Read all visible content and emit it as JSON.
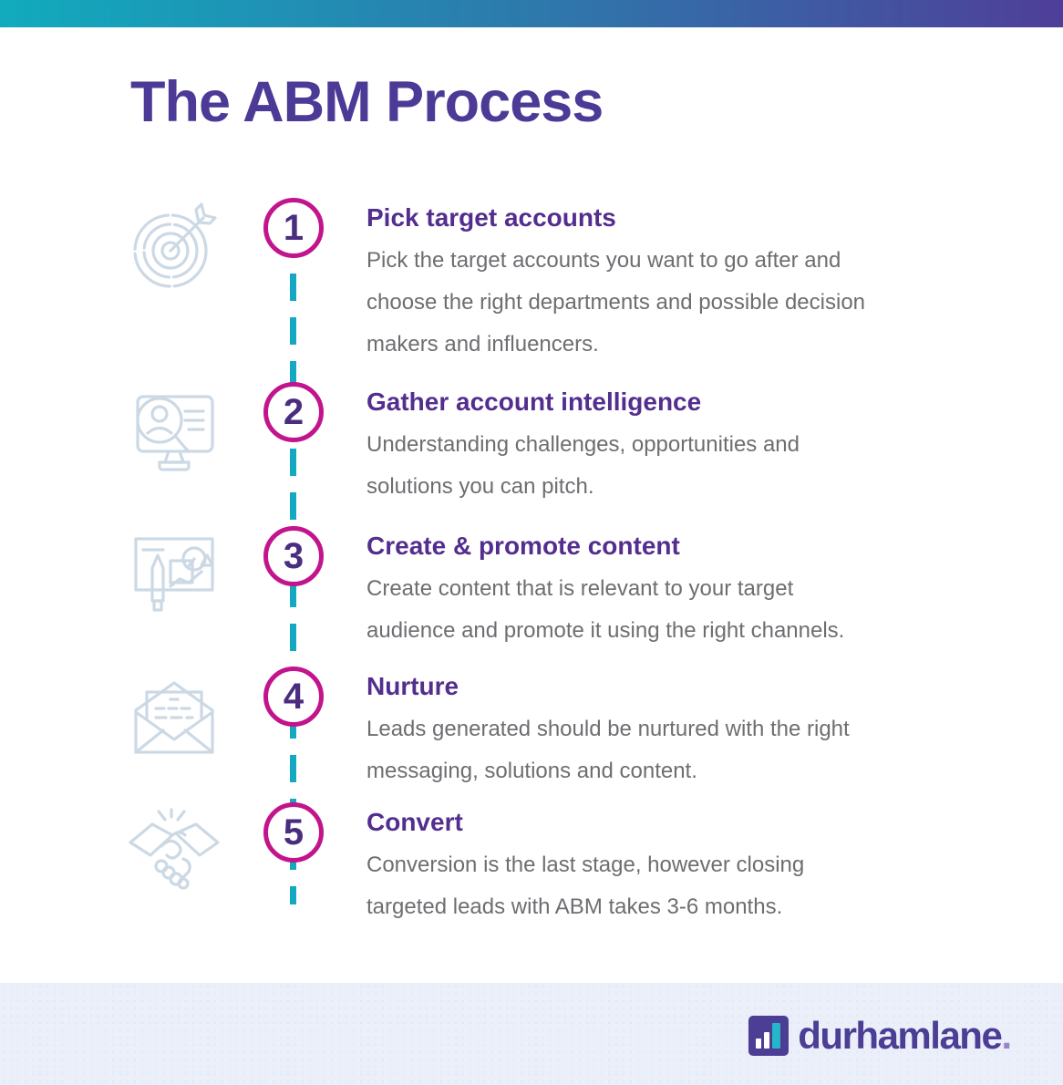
{
  "page": {
    "title": "The ABM Process"
  },
  "steps": [
    {
      "number": "1",
      "icon": "target-icon",
      "title": "Pick target accounts",
      "lines": [
        "Pick the target accounts you want to go after and",
        "choose the right departments and possible decision",
        "makers and influencers."
      ]
    },
    {
      "number": "2",
      "icon": "account-intelligence-icon",
      "title": "Gather account intelligence",
      "lines": [
        "Understanding challenges, opportunities and",
        "solutions you can pitch."
      ]
    },
    {
      "number": "3",
      "icon": "content-creation-icon",
      "title": "Create & promote content",
      "lines": [
        "Create content that is relevant to your target",
        "audience and promote it using the right channels."
      ]
    },
    {
      "number": "4",
      "icon": "envelope-icon",
      "title": "Nurture",
      "lines": [
        "Leads generated should be nurtured with the right",
        "messaging, solutions and content."
      ]
    },
    {
      "number": "5",
      "icon": "handshake-icon",
      "title": "Convert",
      "lines": [
        "Conversion is the last stage, however closing",
        "targeted leads with ABM takes 3-6 months."
      ]
    }
  ],
  "footer": {
    "brand": "durhamlane",
    "brand_dot": "."
  },
  "colors": {
    "gradient_left": "#11abbd",
    "gradient_right": "#4f3e99",
    "title_purple": "#4c3a96",
    "step_title_purple": "#532e8e",
    "number_purple": "#4b2d80",
    "circle_magenta": "#c2148c",
    "connector_teal": "#14a8c2",
    "body_gray": "#6d6e71",
    "icon_blue_gray": "#ccd9e5",
    "footer_bg": "#eaeffa",
    "brand_purple": "#4c3e94",
    "brand_teal": "#27b6c9"
  }
}
